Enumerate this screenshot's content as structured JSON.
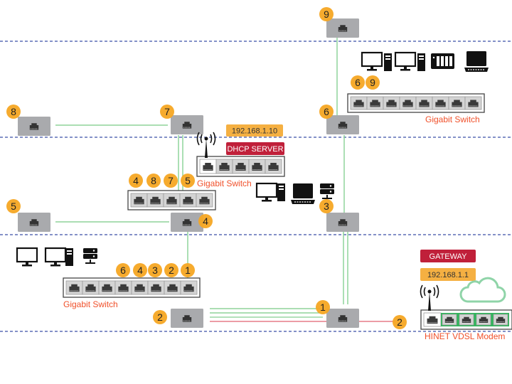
{
  "colors": {
    "badge": "#f5a623",
    "cable": "#8fd49a",
    "uplink": "#e06070",
    "divider": "#3a4fa8",
    "label": "#f0502a",
    "dhcp": "#c0203a",
    "ip_tag": "#f5b042",
    "jack": "#a9aaad",
    "cloud": "#8fd4a8"
  },
  "labels": {
    "switch_top_right": "Gigabit  Switch",
    "switch_dhcp": "Gigabit  Switch",
    "switch_bottom_left": "Gigabit  Switch",
    "modem": "HINET VDSL Modem",
    "dhcp_ip": "192.168.1.10",
    "dhcp_server": "DHCP SERVER",
    "gateway": "GATEWAY",
    "gateway_ip": "192.168.1.1"
  },
  "wall_jacks": [
    "9",
    "8",
    "7",
    "6",
    "5",
    "4",
    "3",
    "2",
    "1"
  ],
  "badges": [
    "9",
    "8",
    "7",
    "6",
    "5",
    "4",
    "3",
    "2",
    "1",
    "2",
    "6",
    "9",
    "4",
    "8",
    "7",
    "5",
    "6",
    "4",
    "3",
    "2",
    "1"
  ],
  "icons": [
    "ethernet-port-icon",
    "monitor-icon",
    "desktop-tower-icon",
    "nas-icon",
    "laptop-icon",
    "server-icon",
    "antenna-icon",
    "cloud-icon"
  ]
}
